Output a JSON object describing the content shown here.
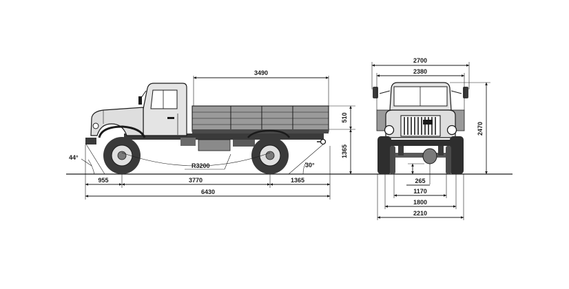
{
  "side_view": {
    "body_length": "3490",
    "side_height": "510",
    "platform_height": "1365",
    "approach_angle": "44°",
    "departure_angle": "30°",
    "turning_radius": "R3200",
    "front_overhang": "955",
    "wheelbase": "3770",
    "rear_overhang": "1365",
    "overall_length": "6430"
  },
  "front_view": {
    "overall_width": "2700",
    "body_width": "2380",
    "overall_height": "2470",
    "ground_clearance": "265",
    "front_track": "1170",
    "rear_track": "1800",
    "tire_width": "2210"
  },
  "colors": {
    "ink": "#1a1a1a",
    "body": "#dcdcdc",
    "dark": "#3a3a3a"
  }
}
